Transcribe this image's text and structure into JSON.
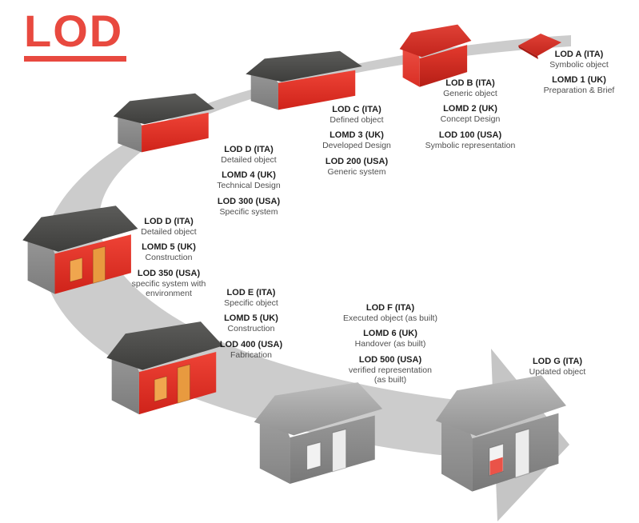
{
  "title": "LOD",
  "colors": {
    "title_red": "#e8493f",
    "house_red": "#e23329",
    "house_red_dark": "#c32018",
    "roof_dark": "#4a4a48",
    "wall_gray": "#8e8e8e",
    "window_orange": "#f0a64e",
    "gray_house_wall": "#8d8d8d",
    "gray_house_roof": "#a9a9a9",
    "window_white": "#f2f2f2",
    "swoosh_gray": "#c9c9c9",
    "update_red": "#ea5348",
    "text_dark": "#1e1e1e",
    "text_gray": "#4f4f4f"
  },
  "stages": [
    {
      "id": "A",
      "house": "flat-red",
      "entries": [
        {
          "name": "LOD A (ITA)",
          "desc": "Symbolic object"
        },
        {
          "name": "LOMD 1 (UK)",
          "desc": "Preparation & Brief"
        }
      ]
    },
    {
      "id": "B",
      "house": "red-all",
      "entries": [
        {
          "name": "LOD B (ITA)",
          "desc": "Generic object"
        },
        {
          "name": "LOMD 2 (UK)",
          "desc": "Concept Design"
        },
        {
          "name": "LOD 100 (USA)",
          "desc": "Symbolic representation"
        }
      ]
    },
    {
      "id": "C",
      "house": "red-plain",
      "entries": [
        {
          "name": "LOD C (ITA)",
          "desc": "Defined object"
        },
        {
          "name": "LOMD 3 (UK)",
          "desc": "Developed Design"
        },
        {
          "name": "LOD 200 (USA)",
          "desc": "Generic system"
        }
      ]
    },
    {
      "id": "D1",
      "house": "red-plain",
      "entries": [
        {
          "name": "LOD D (ITA)",
          "desc": "Detailed object"
        },
        {
          "name": "LOMD 4 (UK)",
          "desc": "Technical Design"
        },
        {
          "name": "LOD 300 (USA)",
          "desc": "Specific system"
        }
      ]
    },
    {
      "id": "D2",
      "house": "red-windows",
      "entries": [
        {
          "name": "LOD D (ITA)",
          "desc": "Detailed object"
        },
        {
          "name": "LOMD 5 (UK)",
          "desc": "Construction"
        },
        {
          "name": "LOD 350 (USA)",
          "desc": "specific system with\nenvironment"
        }
      ]
    },
    {
      "id": "E",
      "house": "red-windows",
      "entries": [
        {
          "name": "LOD E (ITA)",
          "desc": "Specific object"
        },
        {
          "name": "LOMD 5 (UK)",
          "desc": "Construction"
        },
        {
          "name": "LOD 400 (USA)",
          "desc": "Fabrication"
        }
      ]
    },
    {
      "id": "F",
      "house": "gray-windows",
      "entries": [
        {
          "name": "LOD F (ITA)",
          "desc": "Executed object (as built)"
        },
        {
          "name": "LOMD 6 (UK)",
          "desc": "Handover (as built)"
        },
        {
          "name": "LOD 500 (USA)",
          "desc": "verified representation\n(as built)"
        }
      ]
    },
    {
      "id": "G",
      "house": "gray-updated",
      "entries": [
        {
          "name": "LOD G (ITA)",
          "desc": "Updated object"
        }
      ]
    }
  ]
}
